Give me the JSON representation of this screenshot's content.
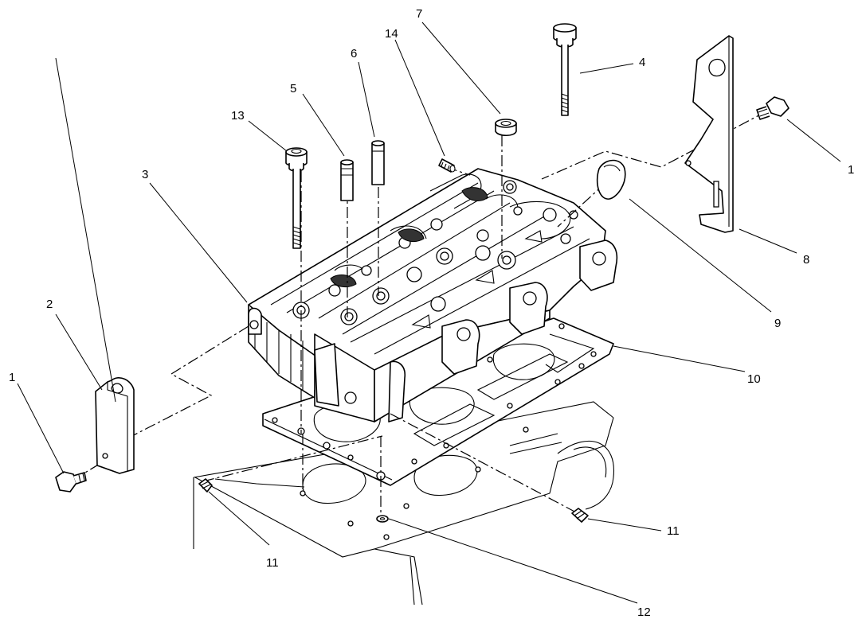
{
  "callouts": {
    "c1_right": "1",
    "c1_left": "1",
    "c2": "2",
    "c3": "3",
    "c4": "4",
    "c5": "5",
    "c6": "6",
    "c7": "7",
    "c8": "8",
    "c9": "9",
    "c10": "10",
    "c11_left": "11",
    "c11_right": "11",
    "c12": "12",
    "c13": "13",
    "c14": "14"
  }
}
